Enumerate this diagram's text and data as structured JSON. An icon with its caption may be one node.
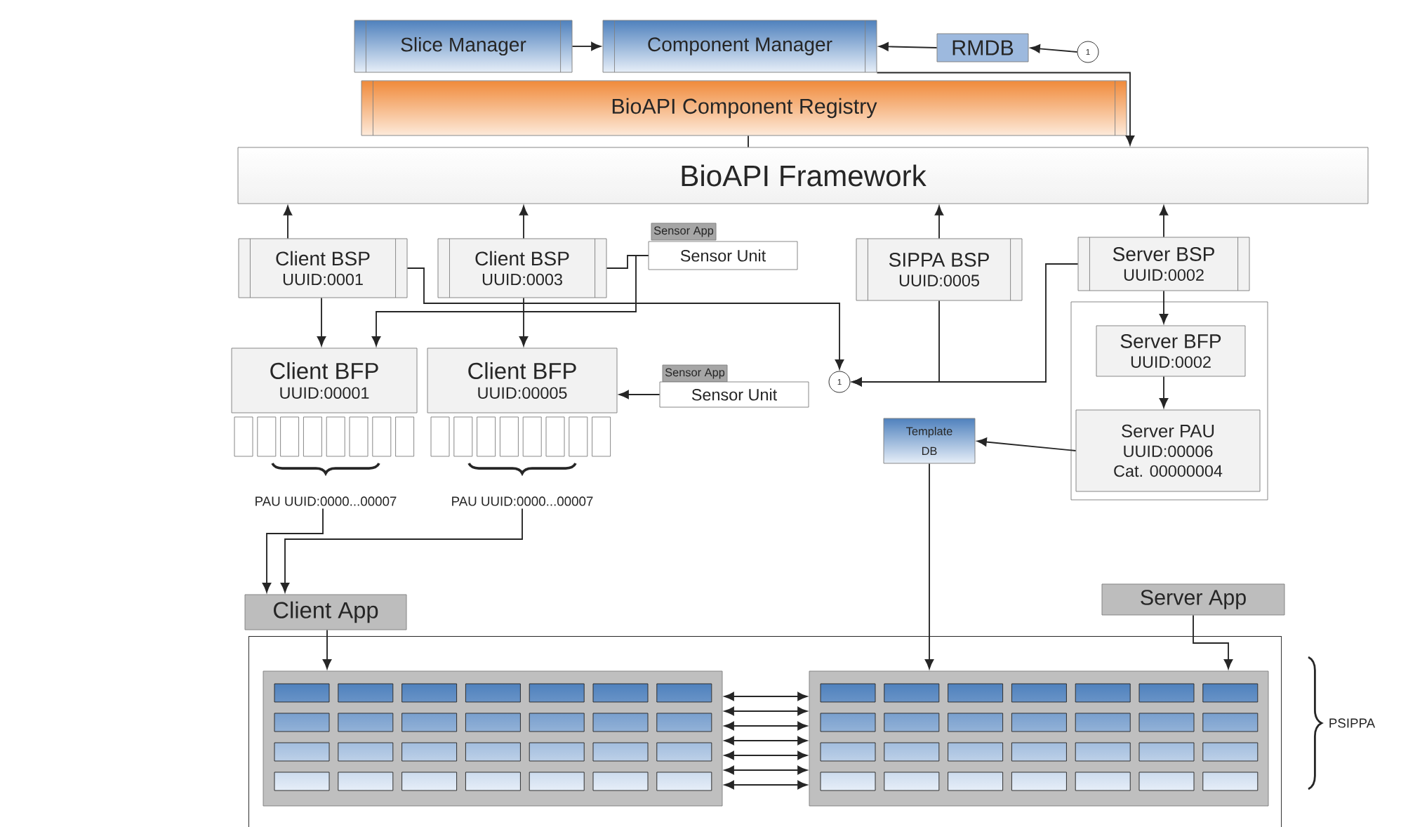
{
  "diagram": {
    "nodes": [
      {
        "text": [
          "Slice Manager"
        ]
      },
      {
        "text": [
          "Component Manager"
        ]
      },
      {
        "text": [
          "RMDB"
        ]
      },
      {
        "text": [
          "1"
        ]
      },
      {
        "text": [
          "BioAPI Component Registry"
        ]
      },
      {
        "text": [
          "BioAPI Framework"
        ]
      },
      {
        "text": [
          "Client BSP",
          "UUID:0001"
        ]
      },
      {
        "text": [
          "Client BSP",
          "UUID:0003"
        ]
      },
      {
        "text": [
          "Sensor App"
        ]
      },
      {
        "text": [
          "Sensor Unit"
        ]
      },
      {
        "text": [
          "SIPPA BSP",
          "UUID:0005"
        ]
      },
      {
        "text": [
          "Server BSP",
          "UUID:0002"
        ]
      },
      {
        "text": [
          "Client BFP",
          "UUID:00001"
        ]
      },
      {
        "text": [
          "Client BFP",
          "UUID:00005"
        ]
      },
      {
        "text": [
          "Sensor App"
        ]
      },
      {
        "text": [
          "Sensor Unit"
        ]
      },
      {
        "text": [
          "1"
        ]
      },
      {
        "text": [],
        "shape": "box"
      },
      {
        "text": [
          "Server BFP",
          "UUID:0002"
        ],
        "in": 17
      },
      {
        "text": [
          "Server PAU",
          "UUID:00006",
          "Cat. 00000004"
        ],
        "in": 17
      },
      {
        "text": [
          "Template DB"
        ]
      },
      {
        "text": [
          "PAU UUID:0000...00007"
        ]
      },
      {
        "text": [
          "PAU UUID:0000...00007"
        ]
      },
      {
        "text": [
          "Client App"
        ]
      },
      {
        "text": [
          "Server App"
        ]
      },
      {
        "text": [],
        "shape": "box",
        "beside": [
          "PSIPPA"
        ]
      },
      {
        "text": [],
        "shape": "box",
        "in": 25
      },
      {
        "text": [],
        "shape": "box",
        "in": 25
      }
    ],
    "edges": [
      {
        "from": 0,
        "to": 1,
        "arrow": "to"
      },
      {
        "from": 2,
        "to": 1,
        "arrow": "to"
      },
      {
        "from": 3,
        "to": 2,
        "arrow": "to"
      },
      {
        "from": 1,
        "to": 5,
        "arrow": "to"
      },
      {
        "from": 4,
        "to": 5,
        "arrow": "none"
      },
      {
        "from": 6,
        "to": 5,
        "arrow": "to"
      },
      {
        "from": 7,
        "to": 5,
        "arrow": "to"
      },
      {
        "from": 10,
        "to": 5,
        "arrow": "to"
      },
      {
        "from": 11,
        "to": 5,
        "arrow": "to"
      },
      {
        "from": 6,
        "to": 12,
        "arrow": "to"
      },
      {
        "from": 7,
        "to": 13,
        "arrow": "to"
      },
      {
        "from": 6,
        "to": 16,
        "arrow": "to"
      },
      {
        "from": 7,
        "to": 9,
        "arrow": "none"
      },
      {
        "from": 9,
        "to": 12,
        "arrow": "to"
      },
      {
        "from": 15,
        "to": 13,
        "arrow": "to"
      },
      {
        "from": 10,
        "to": 16,
        "arrow": "to"
      },
      {
        "from": 11,
        "to": 16,
        "arrow": "to"
      },
      {
        "from": 11,
        "to": 18,
        "arrow": "to"
      },
      {
        "from": 18,
        "to": 19,
        "arrow": "to"
      },
      {
        "from": 19,
        "to": 20,
        "arrow": "to"
      },
      {
        "from": 20,
        "to": 27,
        "arrow": "to"
      },
      {
        "from": 21,
        "to": 23,
        "arrow": "to"
      },
      {
        "from": 22,
        "to": 23,
        "arrow": "to"
      },
      {
        "from": 23,
        "to": 26,
        "arrow": "to"
      },
      {
        "from": 24,
        "to": 27,
        "arrow": "to"
      },
      {
        "from": 26,
        "to": 27,
        "arrow": "both"
      },
      {
        "from": 26,
        "to": 27,
        "arrow": "both"
      },
      {
        "from": 26,
        "to": 27,
        "arrow": "both"
      },
      {
        "from": 26,
        "to": 27,
        "arrow": "both"
      },
      {
        "from": 26,
        "to": 27,
        "arrow": "both"
      },
      {
        "from": 26,
        "to": 27,
        "arrow": "both"
      },
      {
        "from": 26,
        "to": 27,
        "arrow": "both"
      }
    ]
  }
}
